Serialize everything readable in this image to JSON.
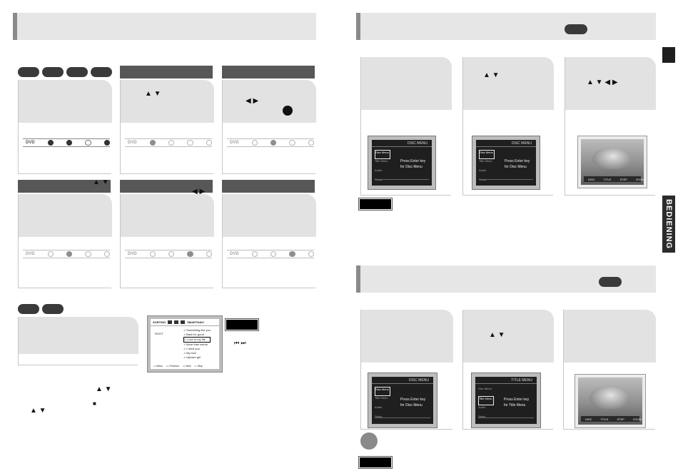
{
  "side_tab": {
    "label": "BEDIENING"
  },
  "arrows": {
    "up_down": "▲ ▼",
    "left_right": "◀ ▶",
    "all_dirs": "▲ ▼ ◀ ▶",
    "skip": "⏮ ⏭",
    "stop": "■"
  },
  "screen_menu": {
    "disc_menu_title": "DISC MENU",
    "title_menu_title": "TITLE MENU",
    "items": [
      "Disc Menu",
      "Title Menu",
      "Audio",
      "Setup"
    ],
    "msg_disc": [
      "Press Enter key",
      "for Disc Menu"
    ],
    "msg_title": [
      "Press Enter key",
      "for Title Menu"
    ]
  },
  "photo_strip": [
    "DISC",
    "TITLE",
    "STEP",
    "ZOOM"
  ],
  "mp3_screen": {
    "title": "SORTING",
    "smartnavi": "SMARTNAVI",
    "folder": "ROOT",
    "tracks": [
      "Something like you",
      "Back for good",
      "Love of my life",
      "More than words",
      "I need you",
      "My love",
      "Uptown girl"
    ],
    "selected_index": 2,
    "footer": [
      "Menu",
      "Previous",
      "Next",
      "Stop"
    ]
  },
  "dvd_icon_label": "DVD"
}
